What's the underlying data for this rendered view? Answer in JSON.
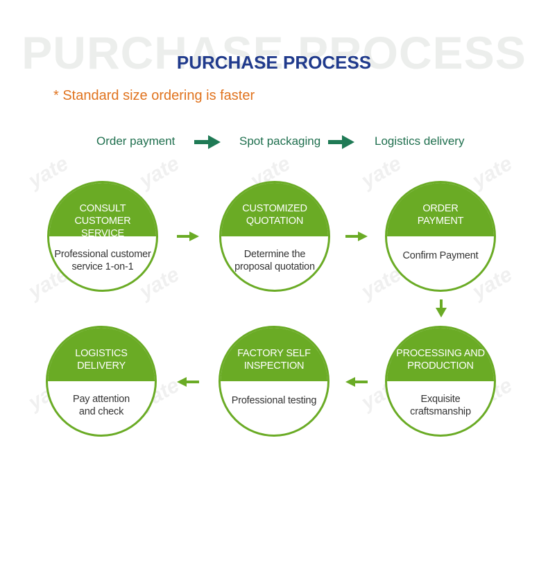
{
  "header": {
    "background_title": "PURCHASE PROCESS",
    "title": "PURCHASE PROCESS",
    "note": "* Standard size ordering is faster"
  },
  "flow": {
    "steps": [
      "Order payment",
      "Spot packaging",
      "Logistics delivery"
    ]
  },
  "watermark": "yate",
  "circles": [
    {
      "title": "CONSULT\nCUSTOMER SERVICE",
      "desc": "Professional customer\nservice 1-on-1"
    },
    {
      "title": "CUSTOMIZED\nQUOTATION",
      "desc": "Determine the\nproposal quotation"
    },
    {
      "title": "ORDER\nPAYMENT",
      "desc": "Confirm Payment"
    },
    {
      "title": "PROCESSING AND\nPRODUCTION",
      "desc": "Exquisite\ncraftsmanship"
    },
    {
      "title": "FACTORY SELF\nINSPECTION",
      "desc": "Professional testing"
    },
    {
      "title": "LOGISTICS\nDELIVERY",
      "desc": "Pay attention\nand check"
    }
  ],
  "colors": {
    "green": "#6aab25",
    "title_blue": "#203a8c",
    "note_orange": "#e0731e",
    "flow_text": "#1f6f4e",
    "flow_arrow": "#1f7a55"
  }
}
